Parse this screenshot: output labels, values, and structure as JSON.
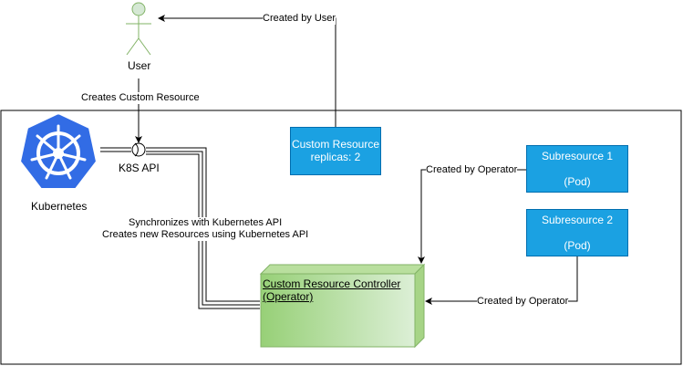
{
  "actor": {
    "label": "User"
  },
  "k8s": {
    "logo_label": "Kubernetes",
    "api_label": "K8S API"
  },
  "edges": {
    "created_by_user": "Created by User",
    "creates_custom_resource": "Creates Custom Resource",
    "sync_line1": "Synchronizes with Kubernetes API",
    "sync_line2": "Creates new Resources using Kubernetes API",
    "created_by_operator_1": "Created by Operator",
    "created_by_operator_2": "Created by Operator"
  },
  "custom_resource": {
    "line1": "Custom Resource",
    "line2": "replicas: 2"
  },
  "subresource1": {
    "title": "Subresource 1",
    "kind": "(Pod)"
  },
  "subresource2": {
    "title": "Subresource 2",
    "kind": "(Pod)"
  },
  "controller": {
    "line1": "Custom Resource Controller",
    "line2": "(Operator)"
  },
  "colors": {
    "actor_fill": "#d5e8d4",
    "actor_stroke": "#82b366",
    "blue_fill": "#1ba1e2",
    "blue_stroke": "#006eaf",
    "k8s_blue": "#326ce5",
    "controller_green": "#97d077"
  }
}
